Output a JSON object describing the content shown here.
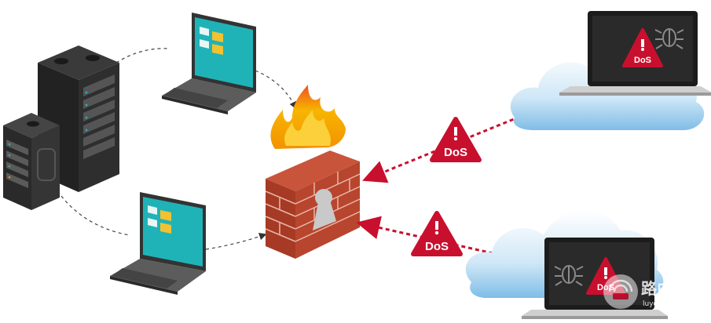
{
  "diagram": {
    "type": "network-security-illustration",
    "nodes": [
      {
        "id": "servers",
        "icon": "server-rack-icon"
      },
      {
        "id": "laptop-top",
        "icon": "laptop-icon"
      },
      {
        "id": "laptop-bottom",
        "icon": "laptop-icon"
      },
      {
        "id": "firewall",
        "icon": "firewall-icon"
      },
      {
        "id": "attacker-top",
        "icon": "laptop-icon"
      },
      {
        "id": "attacker-bottom",
        "icon": "laptop-icon"
      },
      {
        "id": "cloud-top",
        "icon": "cloud-icon"
      },
      {
        "id": "cloud-bottom",
        "icon": "cloud-icon"
      }
    ],
    "labels": {
      "dos_top": "DoS",
      "dos_bottom": "DoS",
      "dos_screen_top": "DoS",
      "dos_screen_bottom": "DoS"
    },
    "colors": {
      "attack": "#c8102e",
      "firewall_brick": "#b8452e",
      "screen_dark": "#1c1c1c",
      "screen_teal": "#1fb3b8",
      "cloud": "#9fd0ef"
    }
  },
  "watermark": {
    "title": "路由器",
    "subtitle": "luyouqi.com"
  }
}
